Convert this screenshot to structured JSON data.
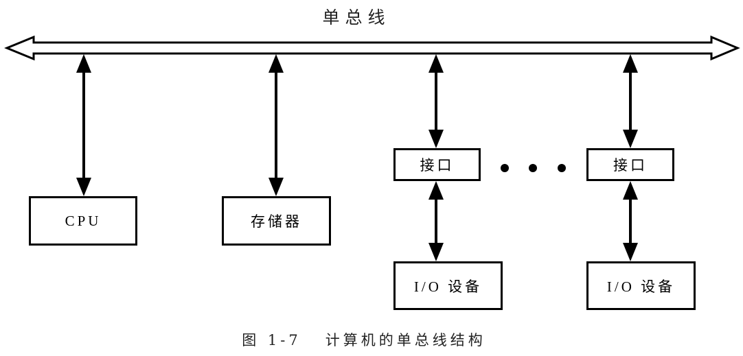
{
  "title": "单总线",
  "caption": "图 1-7   计算机的单总线结构",
  "bus": {
    "label": "单总线",
    "direction": "bidirectional"
  },
  "nodes": [
    {
      "id": "cpu",
      "label": "CPU"
    },
    {
      "id": "memory",
      "label": "存储器"
    },
    {
      "id": "interface-1",
      "label": "接口"
    },
    {
      "id": "interface-2",
      "label": "接口"
    },
    {
      "id": "io-device-1",
      "label": "I/O 设备"
    },
    {
      "id": "io-device-2",
      "label": "I/O 设备"
    }
  ],
  "edges": [
    {
      "from": "bus",
      "to": "cpu",
      "type": "bidirectional"
    },
    {
      "from": "bus",
      "to": "memory",
      "type": "bidirectional"
    },
    {
      "from": "bus",
      "to": "interface-1",
      "type": "bidirectional"
    },
    {
      "from": "bus",
      "to": "interface-2",
      "type": "bidirectional"
    },
    {
      "from": "interface-1",
      "to": "io-device-1",
      "type": "bidirectional"
    },
    {
      "from": "interface-2",
      "to": "io-device-2",
      "type": "bidirectional"
    }
  ],
  "ellipsis": "• • •",
  "colors": {
    "stroke": "#000000",
    "fill": "#ffffff",
    "text": "#222222"
  }
}
